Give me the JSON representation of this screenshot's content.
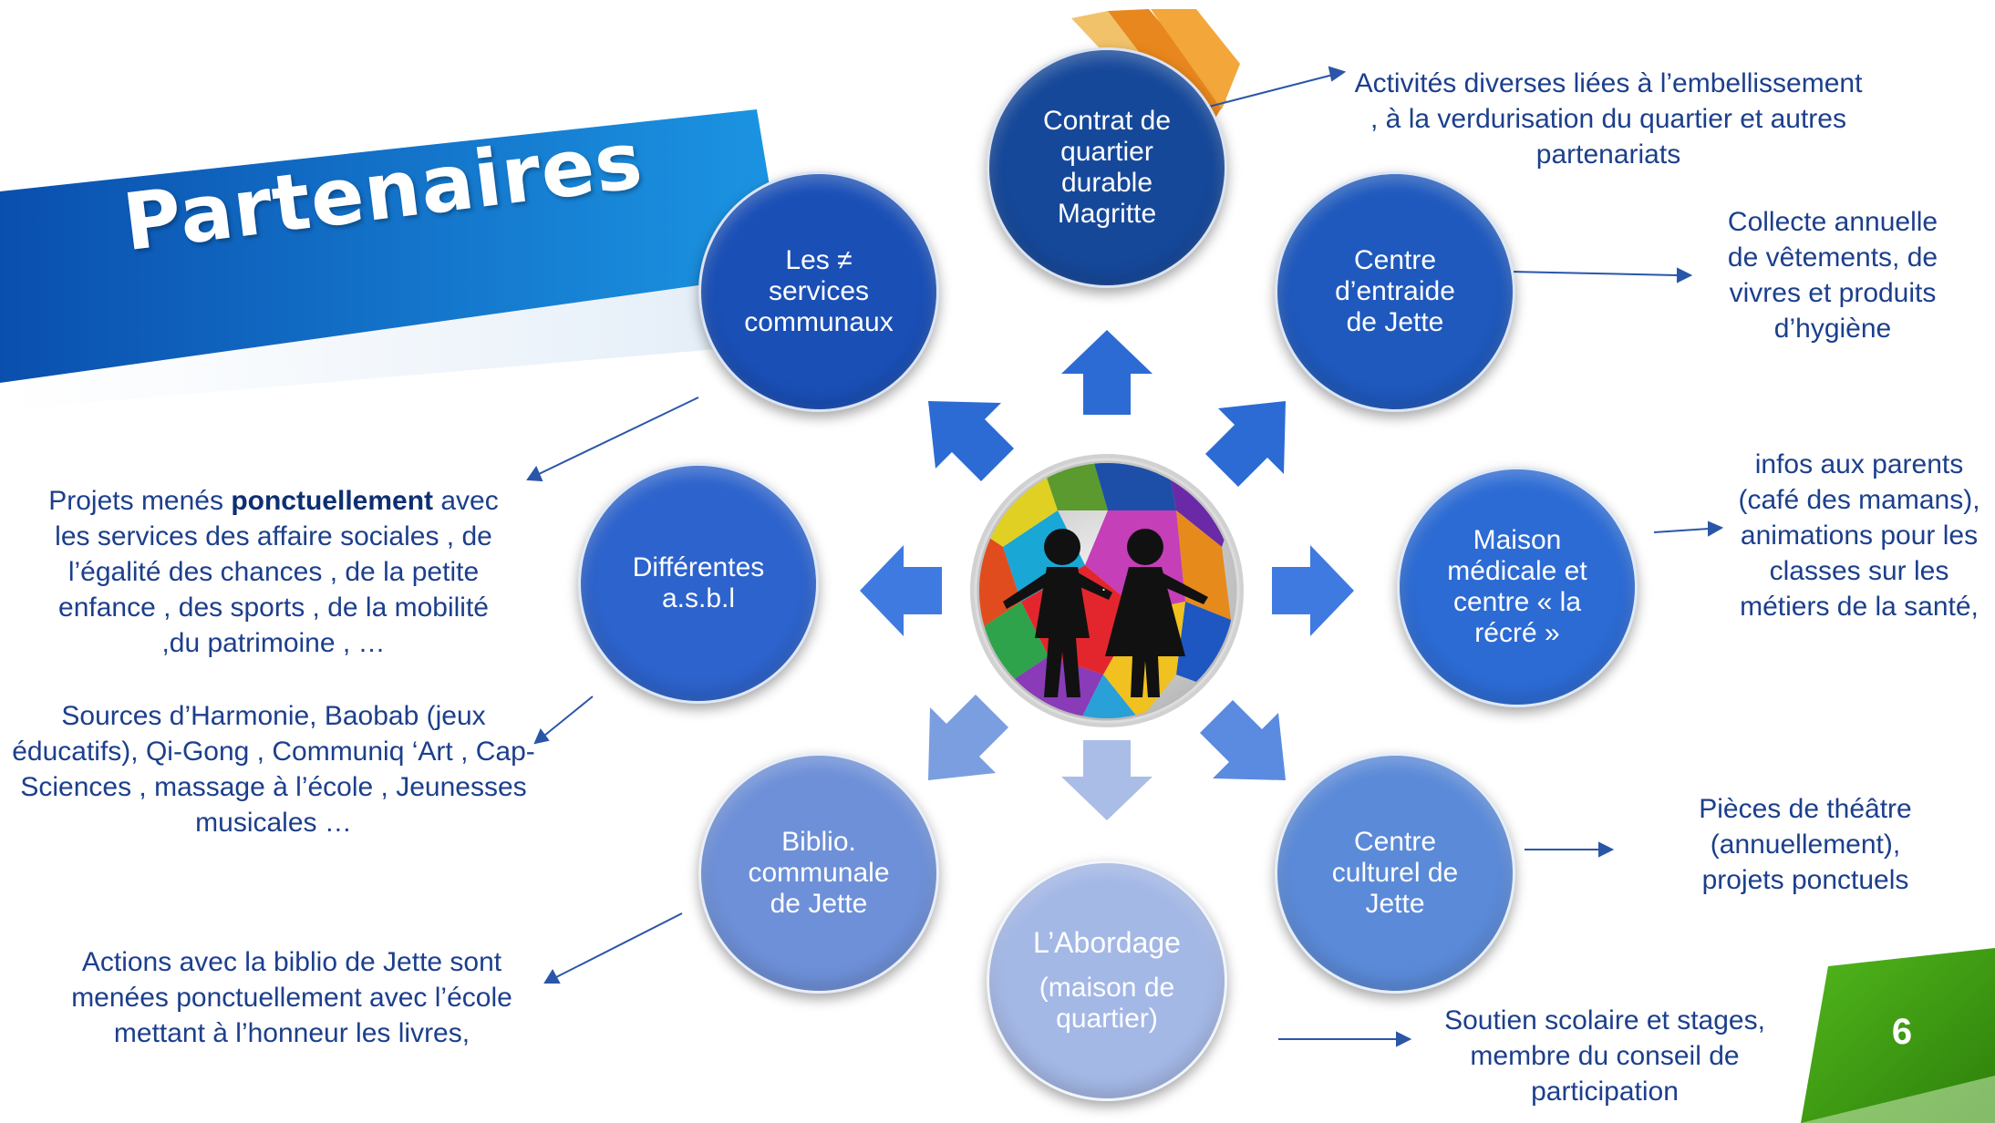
{
  "title": "Partenaires",
  "page_number": "6",
  "center_image": {
    "icon": "children-puzzle-logo-icon",
    "caption": "."
  },
  "nodes": [
    {
      "id": "contrat",
      "label": "Contrat de\nquartier\ndurable\nMagritte",
      "color": "#16489a"
    },
    {
      "id": "entraide",
      "label": "Centre\nd’entraide\nde Jette",
      "color": "#1f59bd"
    },
    {
      "id": "maison",
      "label": "Maison\nmédicale et\ncentre « la\nrécré »",
      "color": "#2c6bd4"
    },
    {
      "id": "culturel",
      "label": "Centre\nculturel de\nJette",
      "color": "#5b8ad8"
    },
    {
      "id": "abordage",
      "label": "L’Abordage",
      "sublabel": "(maison de\nquartier)",
      "color": "#a4b8e6"
    },
    {
      "id": "biblio",
      "label": "Biblio.\ncommunale\nde Jette",
      "color": "#6e90d8"
    },
    {
      "id": "asbl",
      "label": "Différentes\na.s.b.l",
      "color": "#2d63cc"
    },
    {
      "id": "services",
      "label": "Les ≠\nservices\ncommunaux",
      "color": "#1a4fb6"
    }
  ],
  "notes": {
    "contrat": "Activités diverses liées à l’embellissement\n, à la verdurisation du quartier et autres\npartenariats",
    "entraide": "Collecte annuelle\nde vêtements, de\nvivres et produits\nd’hygiène",
    "maison": "infos aux parents\n(café des mamans),\nanimations pour les\nclasses sur les\nmétiers de la santé,",
    "culturel": "Pièces de théâtre\n(annuellement),\nprojets ponctuels",
    "abordage": "Soutien scolaire et stages,\nmembre du conseil de\nparticipation",
    "biblio": "Actions avec la biblio de Jette sont\nmenées ponctuellement avec l’école\nmettant à l’honneur les livres,",
    "asbl": "Sources d’Harmonie, Baobab (jeux\néducatifs), Qi-Gong , Communiq ‘Art , Cap-\nSciences , massage à l’école , Jeunesses\nmusicales …",
    "services_pre": "Projets menés ",
    "services_bold": "ponctuellement",
    "services_post": " avec\nles services des affaire sociales , de\nl’égalité des chances , de la petite\nenfance , des sports , de la mobilité\n,du patrimoine ,   …"
  },
  "colors": {
    "banner_dark": "#0b55b5",
    "banner_light": "#1a8fe0",
    "accent_orange": "#e8871e",
    "arrow_blue": "#2c6bd4",
    "connector": "#2a56a8",
    "page_badge": "#3f9c12"
  }
}
